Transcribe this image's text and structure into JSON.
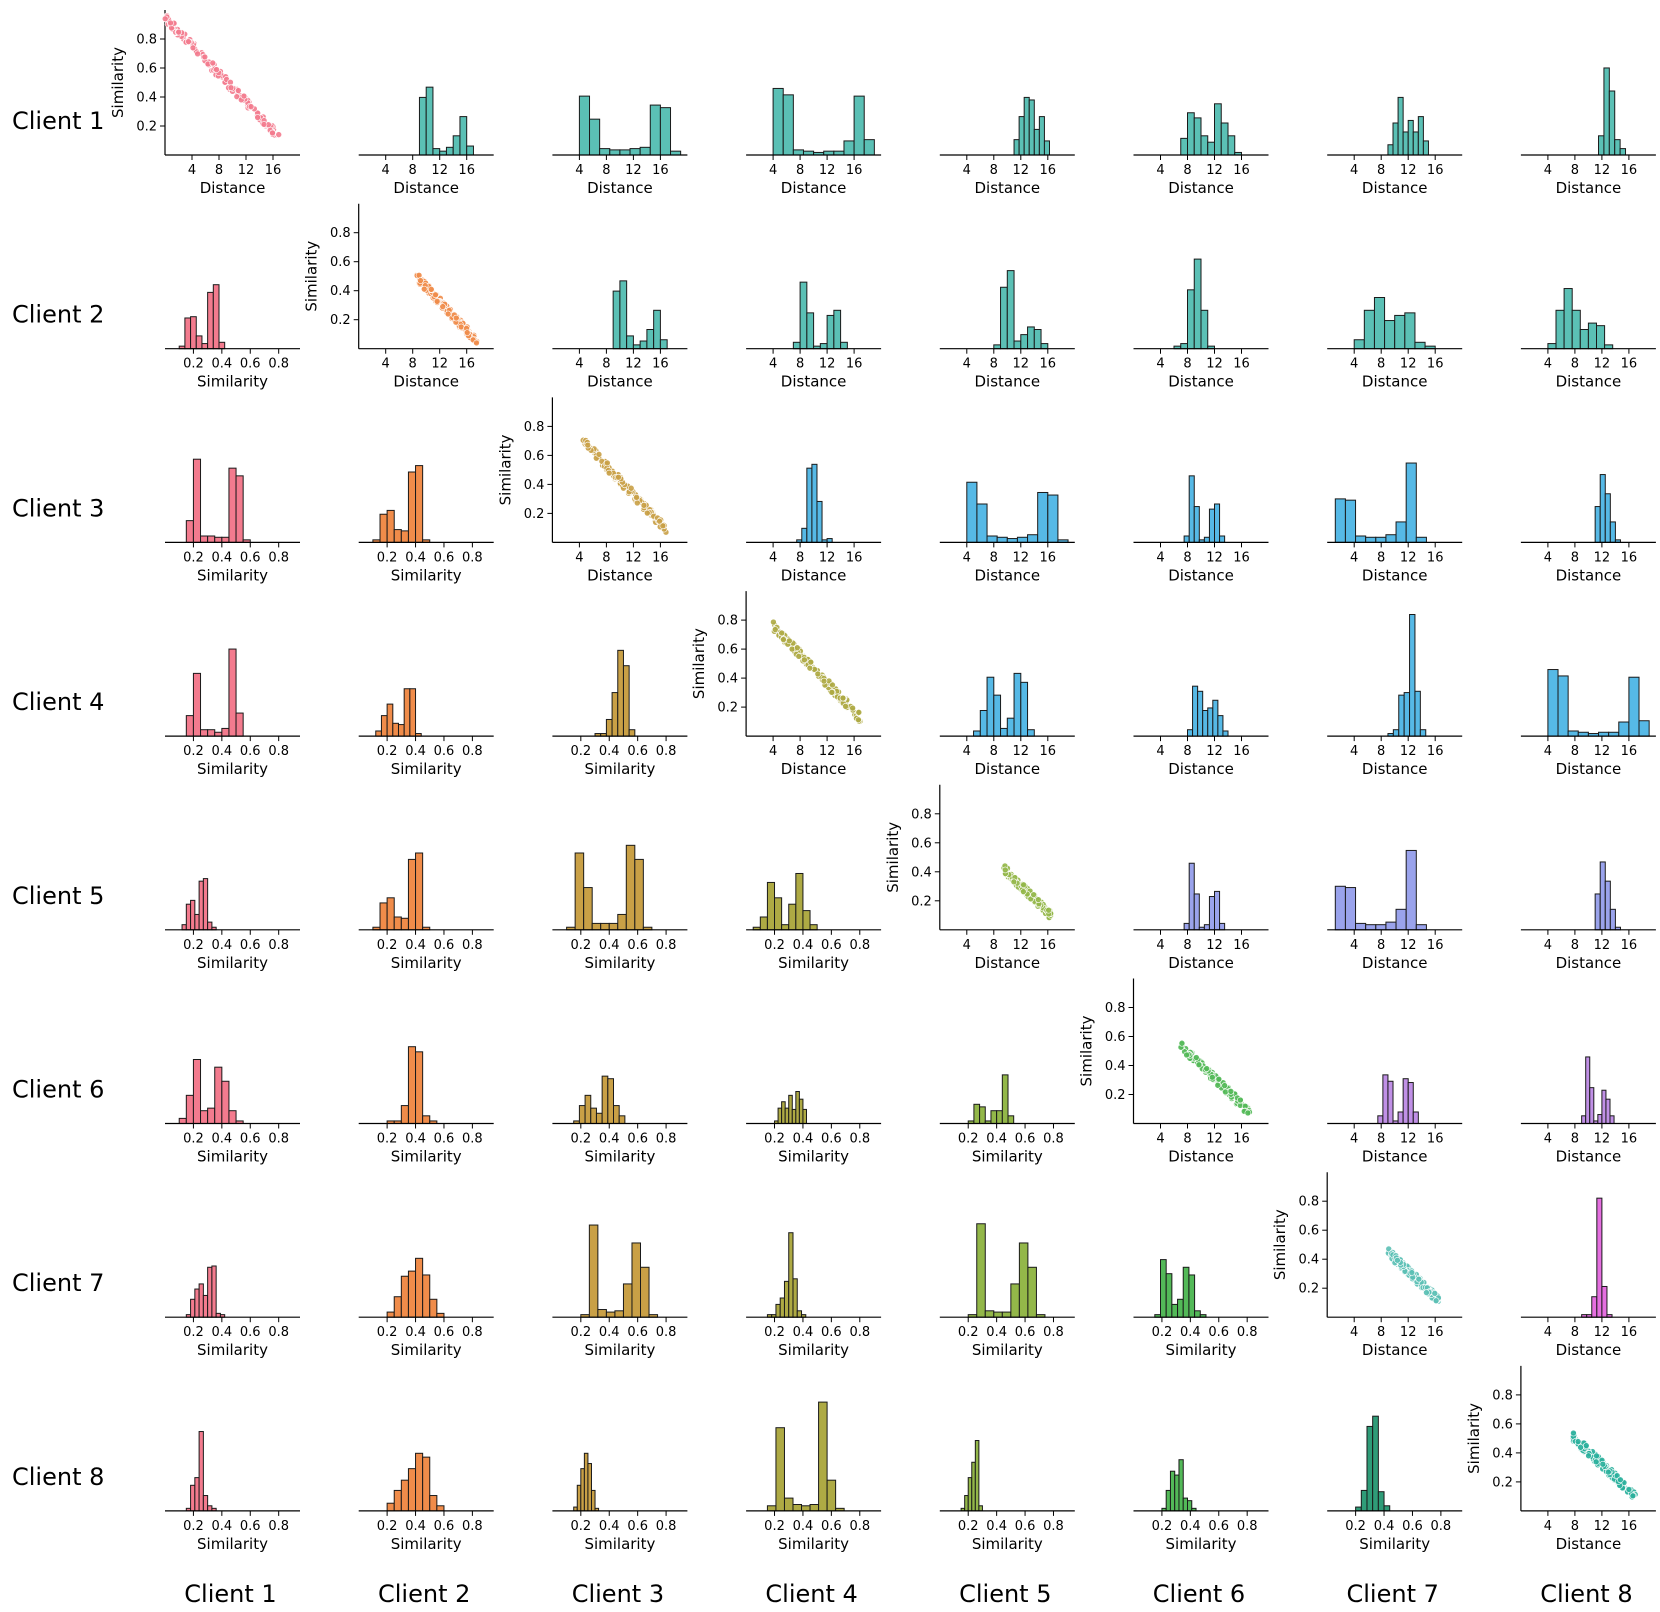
{
  "clients": [
    "Client 1",
    "Client 2",
    "Client 3",
    "Client 4",
    "Client 5",
    "Client 6",
    "Client 7",
    "Client 8"
  ],
  "colors": [
    "#f37b8e",
    "#f08c4a",
    "#c9a046",
    "#aeaa44",
    "#93b749",
    "#53b958",
    "#5bc0b5",
    "#56b9e6",
    "#9aa3ec",
    "#c090e6",
    "#e56fe0"
  ],
  "chart_data": {
    "type": "pair-grid",
    "rows": [
      "Client 1",
      "Client 2",
      "Client 3",
      "Client 4",
      "Client 5",
      "Client 6",
      "Client 7",
      "Client 8"
    ],
    "columns": [
      "Client 1",
      "Client 2",
      "Client 3",
      "Client 4",
      "Client 5",
      "Client 6",
      "Client 7",
      "Client 8"
    ],
    "upper": {
      "type": "histogram",
      "xlabel": "Distance",
      "xlim": [
        0,
        20
      ],
      "xticks": [
        4,
        8,
        12,
        16
      ]
    },
    "lower": {
      "type": "histogram",
      "xlabel": "Similarity",
      "xlim": [
        0,
        0.95
      ],
      "xticks": [
        0.2,
        0.4,
        0.6,
        0.8
      ]
    },
    "diagonal": {
      "type": "scatter",
      "xlabel": "Distance",
      "ylabel": "Similarity",
      "xlim": [
        0,
        20
      ],
      "ylim": [
        0,
        1.0
      ],
      "xticks": [
        4,
        8,
        12,
        16
      ],
      "yticks": [
        0.2,
        0.4,
        0.6,
        0.8
      ],
      "series": [
        {
          "x_range": [
            0,
            17
          ],
          "y_range": [
            0.95,
            0.12
          ],
          "color": "#f37b8e"
        },
        {
          "x_range": [
            8.5,
            17.5
          ],
          "y_range": [
            0.5,
            0.05
          ],
          "color": "#f08c4a"
        },
        {
          "x_range": [
            4.5,
            17
          ],
          "y_range": [
            0.7,
            0.08
          ],
          "color": "#c9a046"
        },
        {
          "x_range": [
            4,
            17
          ],
          "y_range": [
            0.76,
            0.12
          ],
          "color": "#aeaa44"
        },
        {
          "x_range": [
            9.5,
            16.5
          ],
          "y_range": [
            0.42,
            0.1
          ],
          "color": "#93b749"
        },
        {
          "x_range": [
            7,
            17.5
          ],
          "y_range": [
            0.54,
            0.06
          ],
          "color": "#53b958"
        },
        {
          "x_range": [
            9,
            16.5
          ],
          "y_range": [
            0.45,
            0.12
          ],
          "color": "#5bc0b5"
        },
        {
          "x_range": [
            7.5,
            17
          ],
          "y_range": [
            0.52,
            0.1
          ],
          "color": "#2ab09c"
        }
      ]
    },
    "cells": [
      [
        null,
        {
          "start": 9,
          "width": 1,
          "counts": [
            0.45,
            0.53,
            0.05,
            0.03,
            0.06,
            0.15,
            0.3,
            0.07
          ],
          "color": "#5bc0b5"
        },
        {
          "start": 4,
          "width": 1.5,
          "counts": [
            0.46,
            0.28,
            0.05,
            0.04,
            0.04,
            0.05,
            0.06,
            0.39,
            0.37,
            0.03
          ],
          "color": "#5bc0b5"
        },
        {
          "start": 4,
          "width": 1.5,
          "counts": [
            0.52,
            0.47,
            0.04,
            0.03,
            0.02,
            0.03,
            0.03,
            0.11,
            0.46,
            0.12
          ],
          "color": "#5bc0b5"
        },
        {
          "start": 11,
          "width": 0.75,
          "counts": [
            0.12,
            0.3,
            0.45,
            0.43,
            0.2,
            0.3,
            0.11
          ],
          "color": "#5bc0b5"
        },
        {
          "start": 7,
          "width": 1,
          "counts": [
            0.13,
            0.33,
            0.29,
            0.15,
            0.1,
            0.4,
            0.25,
            0.15,
            0.02
          ],
          "color": "#5bc0b5"
        },
        {
          "start": 9,
          "width": 0.75,
          "counts": [
            0.08,
            0.25,
            0.45,
            0.18,
            0.27,
            0.18,
            0.3,
            0.11
          ],
          "color": "#5bc0b5"
        },
        {
          "start": 11.5,
          "width": 0.8,
          "counts": [
            0.15,
            0.68,
            0.5,
            0.12,
            0.05
          ],
          "color": "#5bc0b5"
        }
      ],
      [
        {
          "start": 0.1,
          "width": 0.04,
          "counts": [
            0.02,
            0.24,
            0.25,
            0.1,
            0.04,
            0.44,
            0.5,
            0.05
          ],
          "color": "#f37b8e"
        },
        null,
        {
          "start": 9,
          "width": 1,
          "counts": [
            0.45,
            0.53,
            0.1,
            0.03,
            0.06,
            0.15,
            0.3,
            0.07
          ],
          "color": "#5bc0b5"
        },
        {
          "start": 7,
          "width": 1,
          "counts": [
            0.05,
            0.52,
            0.28,
            0.02,
            0.04,
            0.26,
            0.3,
            0.05
          ],
          "color": "#5bc0b5"
        },
        {
          "start": 8,
          "width": 1,
          "counts": [
            0.03,
            0.48,
            0.61,
            0.06,
            0.11,
            0.17,
            0.15,
            0.04
          ],
          "color": "#5bc0b5"
        },
        {
          "start": 6,
          "width": 1,
          "counts": [
            0.02,
            0.04,
            0.46,
            0.7,
            0.3,
            0.02
          ],
          "color": "#5bc0b5"
        },
        {
          "start": 4,
          "width": 1.5,
          "counts": [
            0.07,
            0.3,
            0.4,
            0.22,
            0.26,
            0.28,
            0.05,
            0.02
          ],
          "color": "#5bc0b5"
        },
        {
          "start": 4,
          "width": 1.2,
          "counts": [
            0.04,
            0.3,
            0.47,
            0.3,
            0.15,
            0.2,
            0.18,
            0.03
          ],
          "color": "#5bc0b5"
        }
      ],
      [
        {
          "start": 0.15,
          "width": 0.05,
          "counts": [
            0.17,
            0.65,
            0.05,
            0.05,
            0.04,
            0.04,
            0.58,
            0.52,
            0.02
          ],
          "color": "#f37b8e"
        },
        {
          "start": 0.1,
          "width": 0.05,
          "counts": [
            0.02,
            0.22,
            0.25,
            0.1,
            0.09,
            0.55,
            0.6,
            0.02
          ],
          "color": "#f08c4a"
        },
        null,
        {
          "start": 7.5,
          "width": 0.75,
          "counts": [
            0.02,
            0.11,
            0.58,
            0.61,
            0.32,
            0.02,
            0.03
          ],
          "color": "#56b9e6"
        },
        {
          "start": 4,
          "width": 1.5,
          "counts": [
            0.47,
            0.3,
            0.05,
            0.04,
            0.03,
            0.04,
            0.06,
            0.39,
            0.37,
            0.02
          ],
          "color": "#56b9e6"
        },
        {
          "start": 7.5,
          "width": 0.75,
          "counts": [
            0.05,
            0.52,
            0.28,
            0.02,
            0.04,
            0.26,
            0.3,
            0.05
          ],
          "color": "#56b9e6"
        },
        {
          "start": 1.2,
          "width": 1.5,
          "counts": [
            0.34,
            0.33,
            0.05,
            0.04,
            0.04,
            0.06,
            0.16,
            0.62,
            0.04
          ],
          "color": "#56b9e6"
        },
        {
          "start": 11,
          "width": 0.75,
          "counts": [
            0.28,
            0.53,
            0.38,
            0.16,
            0.02
          ],
          "color": "#56b9e6"
        }
      ],
      [
        {
          "start": 0.15,
          "width": 0.05,
          "counts": [
            0.16,
            0.49,
            0.05,
            0.05,
            0.03,
            0.06,
            0.68,
            0.18
          ],
          "color": "#f37b8e"
        },
        {
          "start": 0.12,
          "width": 0.04,
          "counts": [
            0.04,
            0.16,
            0.25,
            0.1,
            0.09,
            0.37,
            0.37,
            0.02
          ],
          "color": "#f08c4a"
        },
        {
          "start": 0.3,
          "width": 0.04,
          "counts": [
            0.02,
            0.02,
            0.13,
            0.34,
            0.67,
            0.55,
            0.05
          ],
          "color": "#c9a046"
        },
        null,
        {
          "start": 5,
          "width": 1,
          "counts": [
            0.04,
            0.2,
            0.46,
            0.32,
            0.06,
            0.14,
            0.49,
            0.42,
            0.05
          ],
          "color": "#56b9e6"
        },
        {
          "start": 8,
          "width": 0.75,
          "counts": [
            0.05,
            0.39,
            0.35,
            0.2,
            0.22,
            0.28,
            0.16,
            0.04
          ],
          "color": "#56b9e6"
        },
        {
          "start": 9,
          "width": 0.8,
          "counts": [
            0.02,
            0.05,
            0.32,
            0.34,
            0.95,
            0.35,
            0.05
          ],
          "color": "#56b9e6"
        },
        {
          "start": 4,
          "width": 1.5,
          "counts": [
            0.52,
            0.47,
            0.04,
            0.03,
            0.02,
            0.03,
            0.03,
            0.11,
            0.46,
            0.12
          ],
          "color": "#56b9e6"
        }
      ],
      [
        {
          "start": 0.12,
          "width": 0.03,
          "counts": [
            0.04,
            0.2,
            0.23,
            0.12,
            0.38,
            0.4,
            0.06,
            0.02
          ],
          "color": "#f37b8e"
        },
        {
          "start": 0.1,
          "width": 0.05,
          "counts": [
            0.02,
            0.21,
            0.25,
            0.1,
            0.09,
            0.55,
            0.6,
            0.02
          ],
          "color": "#f08c4a"
        },
        {
          "start": 0.1,
          "width": 0.06,
          "counts": [
            0.02,
            0.6,
            0.33,
            0.05,
            0.05,
            0.05,
            0.12,
            0.66,
            0.55,
            0.02
          ],
          "color": "#c9a046"
        },
        {
          "start": 0.05,
          "width": 0.05,
          "counts": [
            0.02,
            0.1,
            0.37,
            0.25,
            0.04,
            0.2,
            0.44,
            0.15,
            0.04
          ],
          "color": "#aeaa44"
        },
        null,
        {
          "start": 7.5,
          "width": 0.75,
          "counts": [
            0.05,
            0.52,
            0.28,
            0.02,
            0.04,
            0.26,
            0.3,
            0.05
          ],
          "color": "#9aa3ec"
        },
        {
          "start": 1.2,
          "width": 1.5,
          "counts": [
            0.34,
            0.33,
            0.05,
            0.04,
            0.04,
            0.06,
            0.16,
            0.62,
            0.04
          ],
          "color": "#9aa3ec"
        },
        {
          "start": 11,
          "width": 0.75,
          "counts": [
            0.28,
            0.53,
            0.38,
            0.16,
            0.02
          ],
          "color": "#9aa3ec"
        }
      ],
      [
        {
          "start": 0.1,
          "width": 0.05,
          "counts": [
            0.04,
            0.22,
            0.5,
            0.1,
            0.12,
            0.44,
            0.33,
            0.1,
            0.02
          ],
          "color": "#f37b8e"
        },
        {
          "start": 0.2,
          "width": 0.05,
          "counts": [
            0.02,
            0.02,
            0.14,
            0.6,
            0.56,
            0.06,
            0.02
          ],
          "color": "#f08c4a"
        },
        {
          "start": 0.15,
          "width": 0.04,
          "counts": [
            0.02,
            0.14,
            0.22,
            0.12,
            0.08,
            0.37,
            0.35,
            0.14,
            0.06
          ],
          "color": "#c9a046"
        },
        {
          "start": 0.2,
          "width": 0.025,
          "counts": [
            0.02,
            0.12,
            0.17,
            0.12,
            0.22,
            0.11,
            0.25,
            0.19,
            0.11
          ],
          "color": "#aeaa44"
        },
        {
          "start": 0.2,
          "width": 0.04,
          "counts": [
            0.02,
            0.15,
            0.13,
            0.02,
            0.1,
            0.1,
            0.38,
            0.06
          ],
          "color": "#93b749"
        },
        null,
        {
          "start": 7.5,
          "width": 0.75,
          "counts": [
            0.06,
            0.38,
            0.33,
            0.02,
            0.09,
            0.35,
            0.32,
            0.09
          ],
          "color": "#c090e6"
        },
        {
          "start": 9,
          "width": 0.6,
          "counts": [
            0.06,
            0.52,
            0.28,
            0.02,
            0.07,
            0.26,
            0.19,
            0.06
          ],
          "color": "#c090e6"
        }
      ],
      [
        {
          "start": 0.15,
          "width": 0.03,
          "counts": [
            0.02,
            0.14,
            0.22,
            0.26,
            0.17,
            0.39,
            0.4,
            0.03,
            0.02
          ],
          "color": "#f37b8e"
        },
        {
          "start": 0.2,
          "width": 0.05,
          "counts": [
            0.04,
            0.16,
            0.32,
            0.36,
            0.46,
            0.33,
            0.14,
            0.03
          ],
          "color": "#f08c4a"
        },
        {
          "start": 0.2,
          "width": 0.06,
          "counts": [
            0.02,
            0.72,
            0.06,
            0.04,
            0.05,
            0.26,
            0.58,
            0.39,
            0.02
          ],
          "color": "#c9a046"
        },
        {
          "start": 0.15,
          "width": 0.03,
          "counts": [
            0.02,
            0.02,
            0.1,
            0.15,
            0.28,
            0.66,
            0.3,
            0.05,
            0.02
          ],
          "color": "#aeaa44"
        },
        {
          "start": 0.2,
          "width": 0.06,
          "counts": [
            0.02,
            0.73,
            0.05,
            0.04,
            0.04,
            0.26,
            0.58,
            0.39,
            0.02
          ],
          "color": "#93b749"
        },
        {
          "start": 0.15,
          "width": 0.04,
          "counts": [
            0.02,
            0.45,
            0.34,
            0.1,
            0.14,
            0.39,
            0.33,
            0.05,
            0.02
          ],
          "color": "#53b958"
        },
        null,
        {
          "start": 9,
          "width": 0.75,
          "counts": [
            0.02,
            0.02,
            0.16,
            0.93,
            0.24,
            0.02
          ],
          "color": "#e56fe0"
        }
      ],
      [
        {
          "start": 0.15,
          "width": 0.03,
          "counts": [
            0.02,
            0.2,
            0.26,
            0.62,
            0.12,
            0.04,
            0.02
          ],
          "color": "#f37b8e"
        },
        {
          "start": 0.2,
          "width": 0.05,
          "counts": [
            0.06,
            0.16,
            0.24,
            0.33,
            0.45,
            0.42,
            0.12,
            0.04
          ],
          "color": "#f08c4a"
        },
        {
          "start": 0.15,
          "width": 0.025,
          "counts": [
            0.03,
            0.2,
            0.33,
            0.45,
            0.37,
            0.16,
            0.02
          ],
          "color": "#c9a046"
        },
        {
          "start": 0.15,
          "width": 0.06,
          "counts": [
            0.04,
            0.65,
            0.1,
            0.05,
            0.04,
            0.05,
            0.85,
            0.24,
            0.02
          ],
          "color": "#aeaa44"
        },
        {
          "start": 0.15,
          "width": 0.025,
          "counts": [
            0.02,
            0.12,
            0.26,
            0.38,
            0.55,
            0.04
          ],
          "color": "#93b749"
        },
        {
          "start": 0.2,
          "width": 0.03,
          "counts": [
            0.02,
            0.16,
            0.31,
            0.28,
            0.4,
            0.1,
            0.08,
            0.02
          ],
          "color": "#53b958"
        },
        {
          "start": 0.2,
          "width": 0.04,
          "counts": [
            0.03,
            0.16,
            0.66,
            0.74,
            0.15,
            0.04
          ],
          "color": "#2f9c78"
        },
        null
      ]
    ]
  }
}
